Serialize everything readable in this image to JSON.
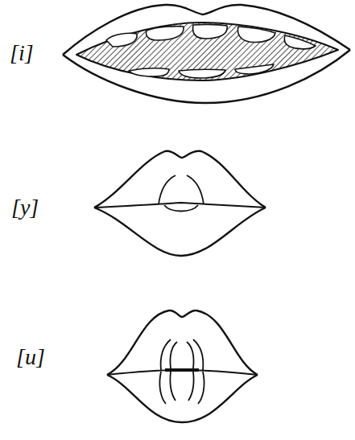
{
  "diagram": {
    "labels": [
      "[i]",
      "[y]",
      "[u]"
    ]
  }
}
